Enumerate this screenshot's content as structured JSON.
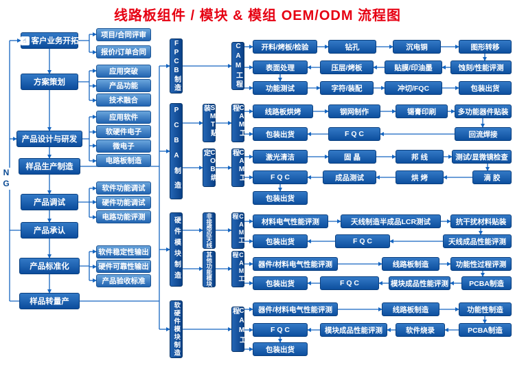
{
  "title": "线路板组件 / 模块 & 模组 OEM/ODM 流程图",
  "ng_label": "NG",
  "logo_glyph": "☝",
  "cam_label": "CAM工程",
  "colors": {
    "title_red": "#e60012",
    "box_blue": "#0d4f9e",
    "line_blue": "#1565c0"
  },
  "stages": [
    "客户业务开拓",
    "方案策划",
    "产品设计与研发",
    "样品生产制造",
    "产品调试",
    "产品承认",
    "产品标准化",
    "样品转量产"
  ],
  "subs": {
    "biz": [
      "项目/合同评审",
      "报价/订单合同"
    ],
    "plan": [
      "应用突破",
      "产品功能",
      "技术融合"
    ],
    "design": [
      "应用软件",
      "软硬件电子",
      "微电子",
      "电路板制造"
    ],
    "debug": [
      "软件功能调试",
      "硬件功能调试",
      "电路功能评测"
    ],
    "standard": [
      "软件稳定性输出",
      "硬件可靠性输出",
      "产品验收标准"
    ]
  },
  "categories": [
    "FPCB制造",
    "PCBA制造",
    "硬件模块制造",
    "软硬件模块制造"
  ],
  "processes": [
    "SMT贴装",
    "COB绑定",
    "非接感应天线",
    "其他功能模块"
  ],
  "flows": {
    "fpcb": {
      "r1": [
        "开料/烤板/检验",
        "钻孔",
        "沉电铜",
        "图形转移"
      ],
      "r2": [
        "表面处理",
        "压层/烤板",
        "贴膜/印油墨",
        "蚀刻/性能评测"
      ],
      "r3": [
        "功能测试",
        "字符/装配",
        "冲切/FQC",
        "包装出货"
      ]
    },
    "smt": {
      "r1": [
        "线路板烘烤",
        "钢网制作",
        "锡膏印刷",
        "多功能器件贴装"
      ],
      "r2": [
        "包装出货",
        "F Q C",
        "回流焊接"
      ]
    },
    "cob": {
      "r1": [
        "激光清洁",
        "固 晶",
        "邦 线",
        "测试/显微镜检查"
      ],
      "r2": [
        "F Q C",
        "成品测试",
        "烘 烤",
        "滴 胶"
      ],
      "r3": [
        "包装出货"
      ]
    },
    "antenna": {
      "r1": [
        "材料电气性能评测",
        "天线制造半成品LCR测试",
        "抗干扰材料贴装"
      ],
      "r2": [
        "包装出货",
        "F Q C",
        "天线成品性能评测"
      ]
    },
    "other": {
      "r1": [
        "器件/材料电气性能评测",
        "线路板制造",
        "功能性过程评测"
      ],
      "r2": [
        "包装出货",
        "F Q C",
        "模块成品性能评测",
        "PCBA制造"
      ]
    },
    "swhw": {
      "r1": [
        "器件/材料电气性能评测",
        "线路板制造",
        "功能性制造"
      ],
      "r2": [
        "F Q C",
        "模块成品性能评测",
        "软件烧录",
        "PCBA制造"
      ],
      "r3": [
        "包装出货"
      ]
    }
  }
}
